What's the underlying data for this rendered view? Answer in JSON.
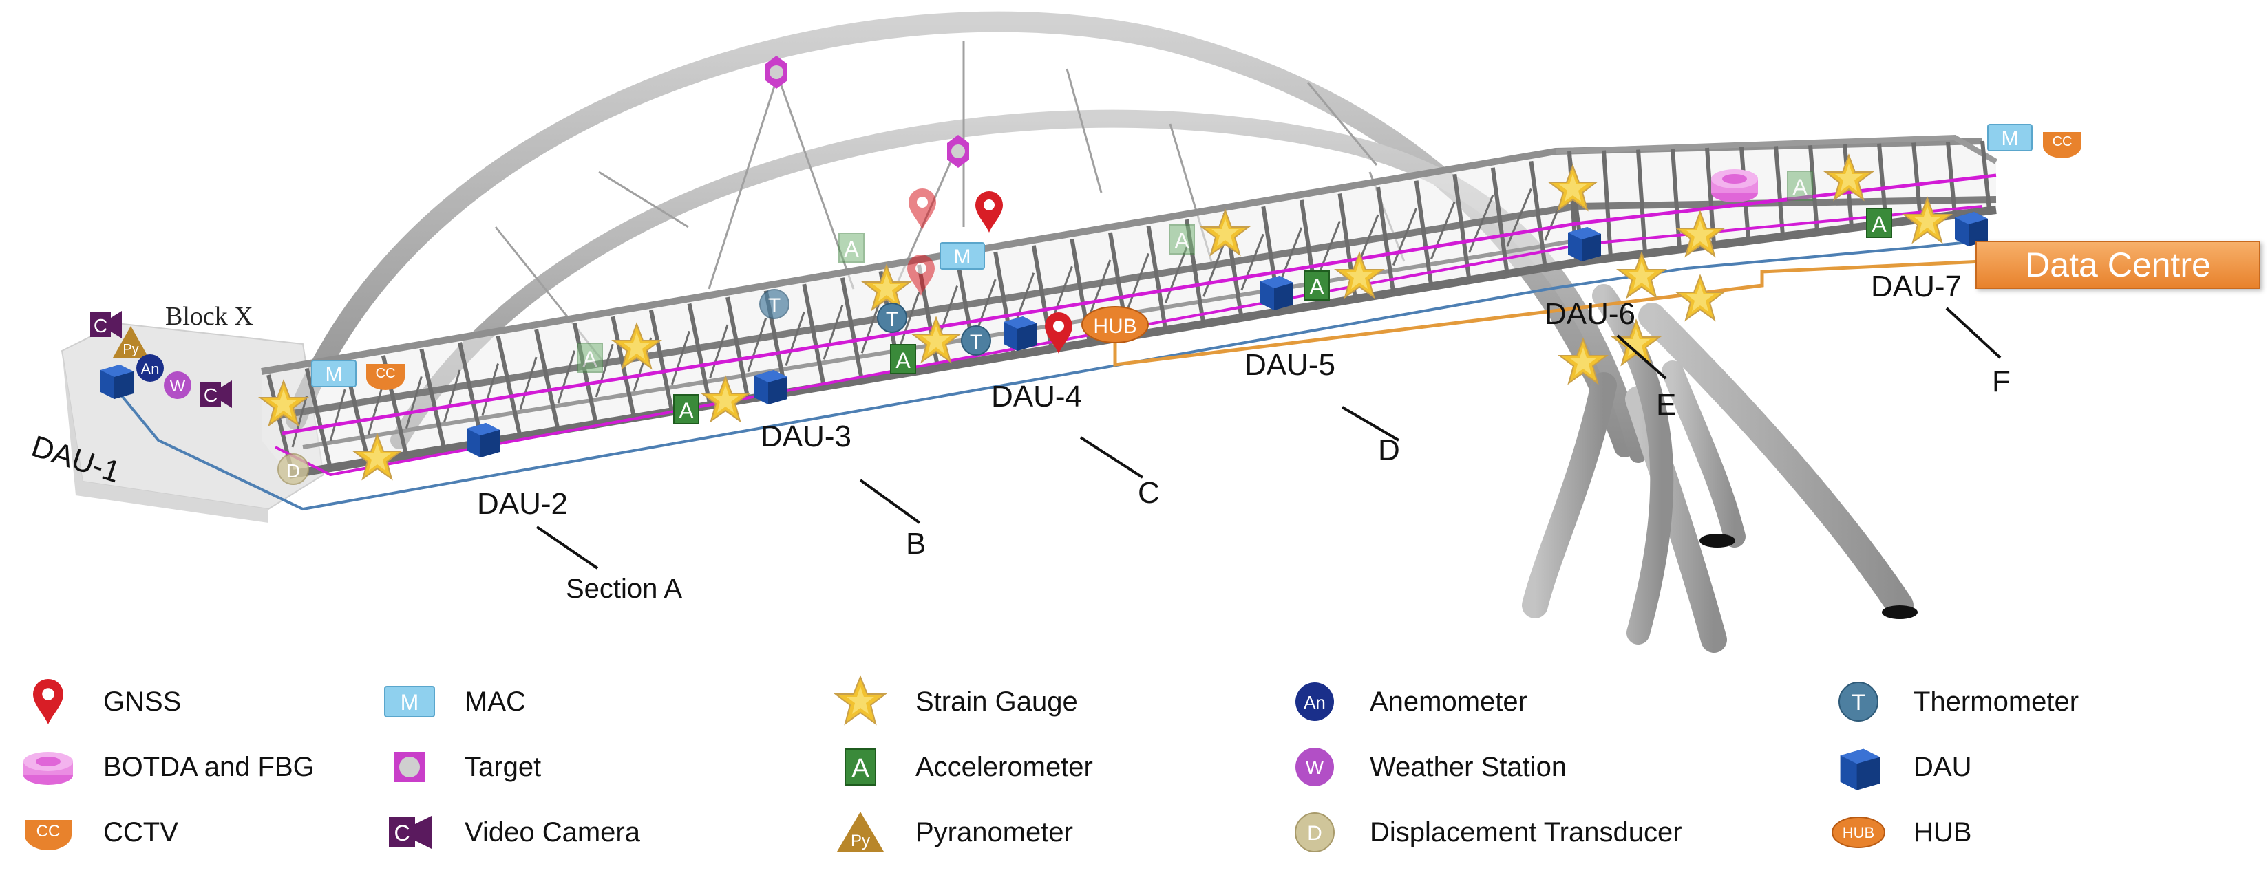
{
  "diagram": {
    "block_label": "Block X",
    "data_centre_label": "Data Centre",
    "dau_labels": [
      "DAU-1",
      "DAU-2",
      "DAU-3",
      "DAU-4",
      "DAU-5",
      "DAU-6",
      "DAU-7"
    ],
    "section_labels": [
      "Section A",
      "B",
      "C",
      "D",
      "E",
      "F"
    ],
    "hub_text": "HUB"
  },
  "legend": [
    {
      "icon": "gnss-icon",
      "label": "GNSS"
    },
    {
      "icon": "botda-fbg-icon",
      "label": "BOTDA and FBG"
    },
    {
      "icon": "cctv-icon",
      "label": "CCTV"
    },
    {
      "icon": "mac-icon",
      "label": "MAC"
    },
    {
      "icon": "target-icon",
      "label": "Target"
    },
    {
      "icon": "video-camera-icon",
      "label": "Video Camera"
    },
    {
      "icon": "strain-gauge-icon",
      "label": "Strain Gauge"
    },
    {
      "icon": "accelerometer-icon",
      "label": "Accelerometer"
    },
    {
      "icon": "pyranometer-icon",
      "label": "Pyranometer"
    },
    {
      "icon": "anemometer-icon",
      "label": "Anemometer"
    },
    {
      "icon": "weather-station-icon",
      "label": "Weather Station"
    },
    {
      "icon": "displacement-transducer-icon",
      "label": "Displacement Transducer"
    },
    {
      "icon": "thermometer-icon",
      "label": "Thermometer"
    },
    {
      "icon": "dau-icon",
      "label": "DAU"
    },
    {
      "icon": "hub-icon",
      "label": "HUB"
    }
  ],
  "colors": {
    "structure": "#a9a9a9",
    "cable_magenta": "#d21bd6",
    "cable_blue": "#4d7fb3",
    "cable_orange": "#e39a3b",
    "dau_blue": "#1c4fa8",
    "accelerometer_green": "#3a8a3a",
    "gnss_red": "#d81e26",
    "hub_orange": "#e8822c"
  }
}
